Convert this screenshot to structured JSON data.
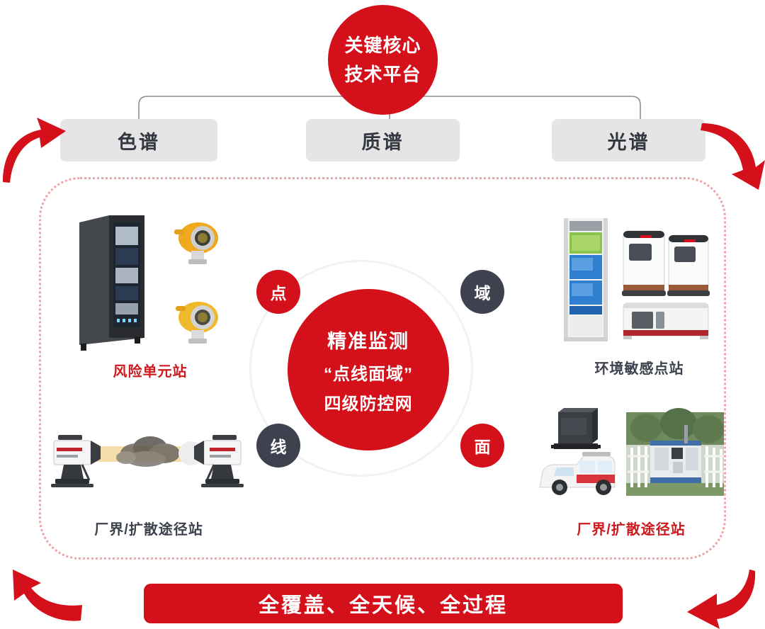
{
  "hub": {
    "line1": "关键核心",
    "line2": "技术平台",
    "color": "#d4111a"
  },
  "categories": [
    {
      "label": "色谱",
      "name": "chromatography"
    },
    {
      "label": "质谱",
      "name": "mass-spectrometry"
    },
    {
      "label": "光谱",
      "name": "spectroscopy"
    }
  ],
  "center": {
    "line1": "精准监测",
    "line2": "“点线面域”",
    "line3": "四级防控网",
    "color": "#d4111a"
  },
  "nodes": [
    {
      "label": "点",
      "color": "#d4111a",
      "position": "top-left"
    },
    {
      "label": "域",
      "color": "#3d424e",
      "position": "top-right"
    },
    {
      "label": "线",
      "color": "#3d424e",
      "position": "bottom-left"
    },
    {
      "label": "面",
      "color": "#d4111a",
      "position": "bottom-right"
    }
  ],
  "stations": {
    "top_left": {
      "label": "风险单元站",
      "label_color": "#cc1a1f",
      "equipment": [
        "server-rack-cabinet",
        "gas-detector-sensor",
        "gas-detector-sensor"
      ]
    },
    "top_right": {
      "label": "环境敏感点站",
      "label_color": "#3d424e",
      "equipment": [
        "analyzer-rack",
        "analyzer-cabinet",
        "analyzer-cabinet",
        "benchtop-analyzer"
      ]
    },
    "bottom_left": {
      "label": "厂界/扩散途径站",
      "label_color": "#3d424e",
      "equipment": [
        "open-path-ftir-transmitter",
        "smoke-plume",
        "open-path-ftir-receiver"
      ]
    },
    "bottom_right": {
      "label": "厂界/扩散途径站",
      "label_color": "#cc1a1f",
      "equipment": [
        "portable-analyzer",
        "mobile-monitoring-van",
        "monitoring-station-photo"
      ]
    }
  },
  "banner": {
    "label": "全覆盖、全天候、全过程",
    "color": "#d4111a"
  },
  "arrows": [
    {
      "name": "top-left-arrow",
      "direction": "up-right",
      "color": "#d4111a"
    },
    {
      "name": "top-right-arrow",
      "direction": "down-right",
      "color": "#d4111a"
    },
    {
      "name": "bottom-left-arrow",
      "direction": "up-left",
      "color": "#d4111a"
    },
    {
      "name": "bottom-right-arrow",
      "direction": "left",
      "color": "#d4111a"
    }
  ],
  "panel": {
    "border_color": "#f0a3a6",
    "border_style": "dotted"
  }
}
